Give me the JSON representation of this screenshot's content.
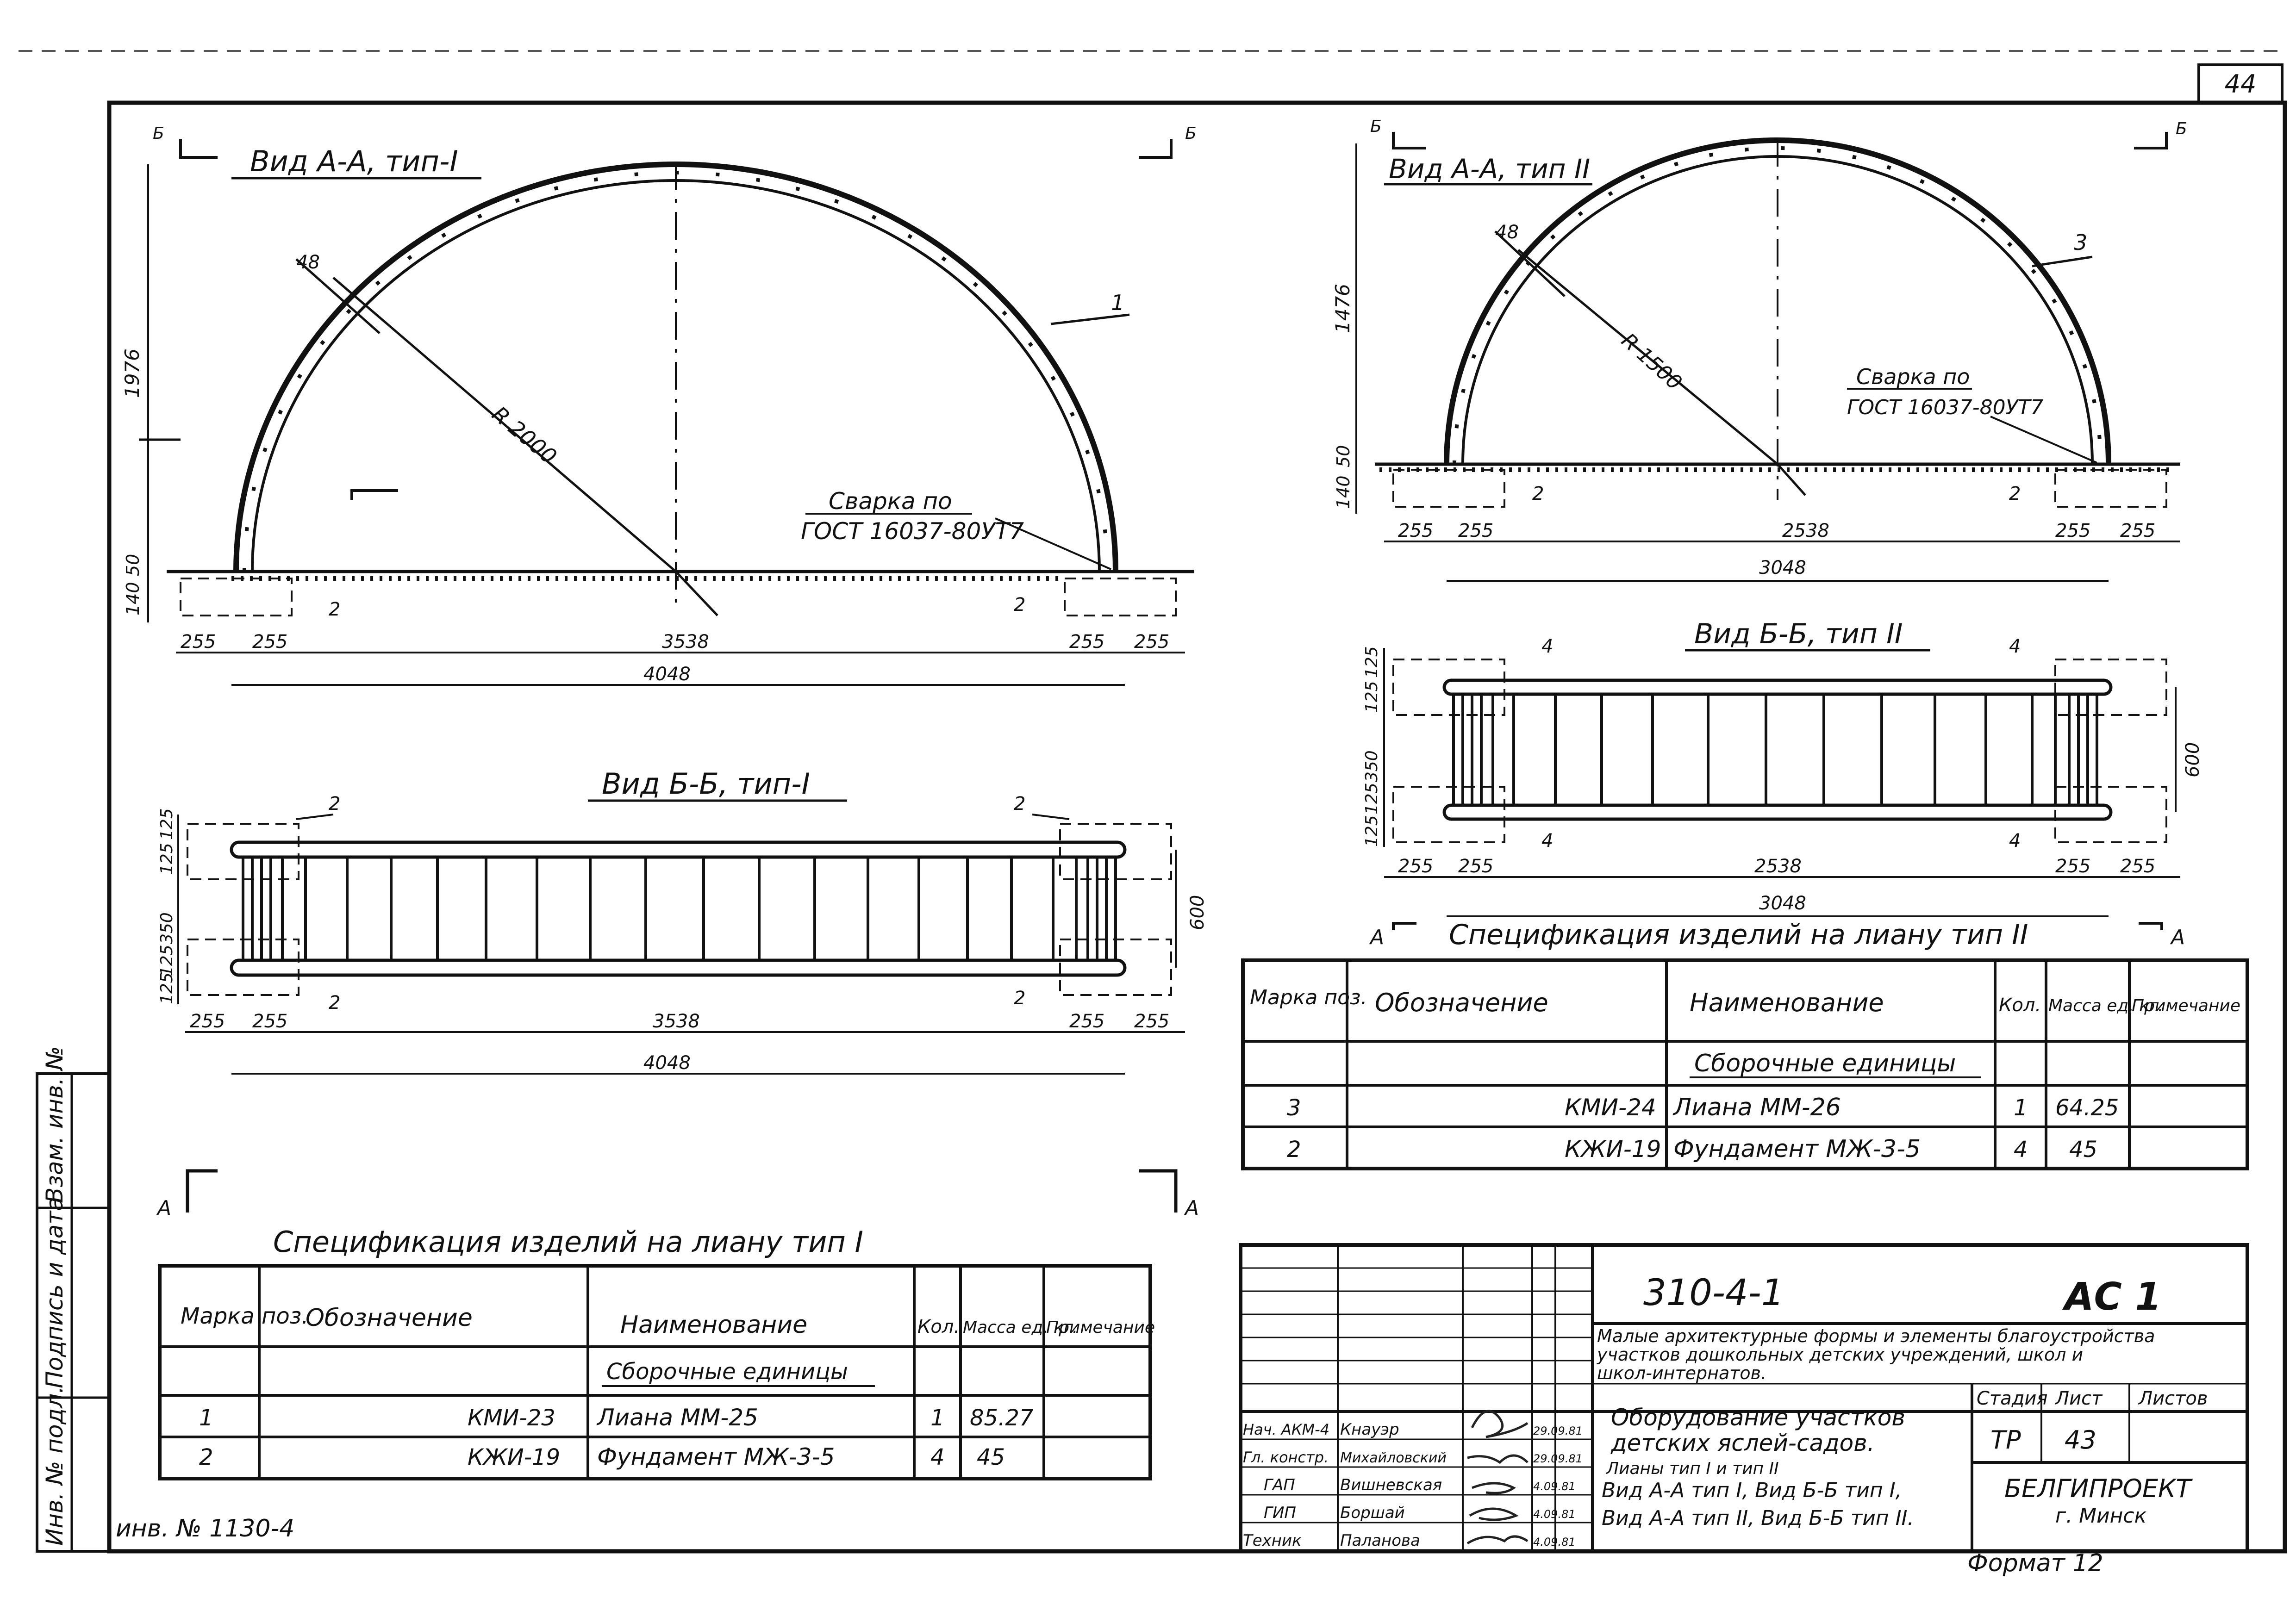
{
  "sheet_number": "44",
  "format": "Формат 12",
  "inventory_no": "инв. № 1130-4",
  "side_labels": [
    "Инв. № подл.",
    "Подпись и дата",
    "Взам. инв. №"
  ],
  "view1": {
    "title": "Вид А-А, тип-I",
    "cut_mark": "Б",
    "part_label": "1",
    "radius": "R 2000",
    "tube": "48",
    "weld_1": "Сварка по",
    "weld_2": "ГОСТ 16037-80УТ7",
    "height": "1976",
    "base_dims": [
      "140",
      "50"
    ],
    "foundation_label": "2",
    "dims": [
      "255",
      "255",
      "3538",
      "255",
      "255",
      "4048"
    ]
  },
  "view2": {
    "title": "Вид Б-Б, тип-I",
    "found_label": "2",
    "vert_dims": [
      "125",
      "125",
      "350",
      "125",
      "125"
    ],
    "width": "600",
    "dims": [
      "255",
      "255",
      "3538",
      "255",
      "255",
      "4048"
    ]
  },
  "view3": {
    "title": "Вид А-А, тип II",
    "cut_mark": "Б",
    "part_label": "3",
    "radius": "R 1500",
    "tube": "48",
    "weld_1": "Сварка по",
    "weld_2": "ГОСТ 16037-80УТ7",
    "height": "1476",
    "base_dims": [
      "140",
      "50"
    ],
    "foundation_label": "2",
    "dims": [
      "255",
      "255",
      "2538",
      "255",
      "255",
      "3048"
    ]
  },
  "view4": {
    "title": "Вид Б-Б, тип II",
    "found_label": "4",
    "vert_dims": [
      "125",
      "125",
      "350",
      "125",
      "125"
    ],
    "width": "600",
    "dims": [
      "255",
      "255",
      "2538",
      "255",
      "255",
      "3048"
    ]
  },
  "section_mark": "А",
  "spec1": {
    "title": "Спецификация изделий на лиану тип I",
    "headers": [
      "Марка поз.",
      "Обозначение",
      "Наименование",
      "Кол.",
      "Масса ед. кг.",
      "Примечание"
    ],
    "group": "Сборочные единицы",
    "rows": [
      [
        "1",
        "КМИ-23",
        "Лиана ММ-25",
        "1",
        "85.27",
        ""
      ],
      [
        "2",
        "КЖИ-19",
        "Фундамент МЖ-3-5",
        "4",
        "45",
        ""
      ]
    ]
  },
  "spec2": {
    "title": "Спецификация изделий на лиану тип II",
    "headers": [
      "Марка поз.",
      "Обозначение",
      "Наименование",
      "Кол.",
      "Масса ед. кг.",
      "Примечание"
    ],
    "group": "Сборочные единицы",
    "rows": [
      [
        "3",
        "КМИ-24",
        "Лиана ММ-26",
        "1",
        "64.25",
        ""
      ],
      [
        "2",
        "КЖИ-19",
        "Фундамент МЖ-3-5",
        "4",
        "45",
        ""
      ]
    ]
  },
  "title_block": {
    "code": "310-4-1",
    "mark": "АС 1",
    "project_1": "Малые архитектурные формы и элементы благоустройства",
    "project_2": "участков дошкольных детских учреждений, школ и",
    "project_3": "школ-интернатов.",
    "stage_h": "Стадия",
    "sheet_h": "Лист",
    "sheets_h": "Листов",
    "stage": "ТР",
    "sheet": "43",
    "sheets": "",
    "desc_1": "Оборудование участков",
    "desc_2": "детских яслей-садов.",
    "desc_3": "Лианы тип I и тип II",
    "desc_4": "Вид А-А тип I, Вид Б-Б тип I,",
    "desc_5": "Вид А-А тип II, Вид Б-Б тип II.",
    "org_1": "БЕЛГИПРОЕКТ",
    "org_2": "г. Минск",
    "people": [
      [
        "Нач. АКМ-4",
        "Кнауэр",
        "29.09.81"
      ],
      [
        "Гл. констр.",
        "Михайловский",
        "29.09.81"
      ],
      [
        "ГАП",
        "Вишневская",
        "4.09.81"
      ],
      [
        "ГИП",
        "Боршай",
        "4.09.81"
      ],
      [
        "Техник",
        "Паланова",
        "4.09.81"
      ]
    ]
  }
}
